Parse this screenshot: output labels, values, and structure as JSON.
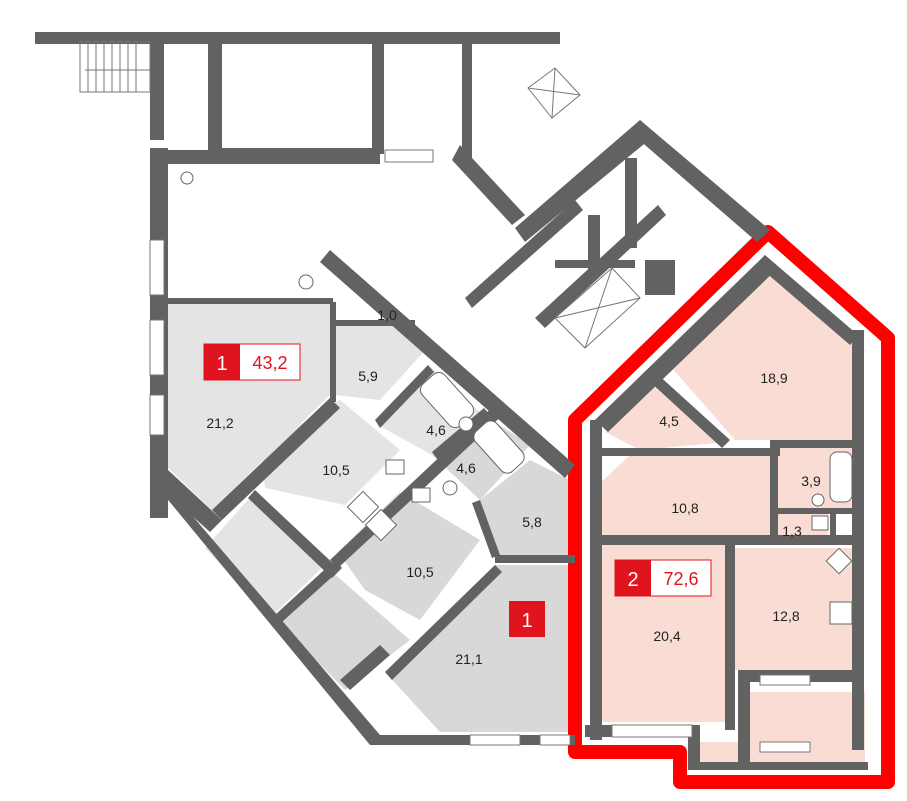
{
  "colors": {
    "wall": "#626262",
    "apt1_fill": "#e4e4e4",
    "apt1_fill_dark": "#d8d8d8",
    "apt2_fill": "#f9dcd3",
    "highlight": "#ff0000",
    "badge_text": "#e0141e"
  },
  "apartments": [
    {
      "number": "1",
      "area": "43,2",
      "rooms": [
        "21,2",
        "5,9",
        "1,0",
        "4,6",
        "10,5"
      ]
    },
    {
      "number": "1",
      "rooms": [
        "10,5",
        "4,6",
        "5,8",
        "21,1"
      ]
    },
    {
      "number": "2",
      "area": "72,6",
      "rooms": [
        "18,9",
        "4,5",
        "3,9",
        "10,8",
        "1,3",
        "12,8",
        "20,4"
      ]
    }
  ],
  "icons": [
    "stairs-icon",
    "elevator-icon",
    "bathtub-icon",
    "toilet-icon",
    "sink-icon",
    "stove-icon",
    "window-icon"
  ]
}
